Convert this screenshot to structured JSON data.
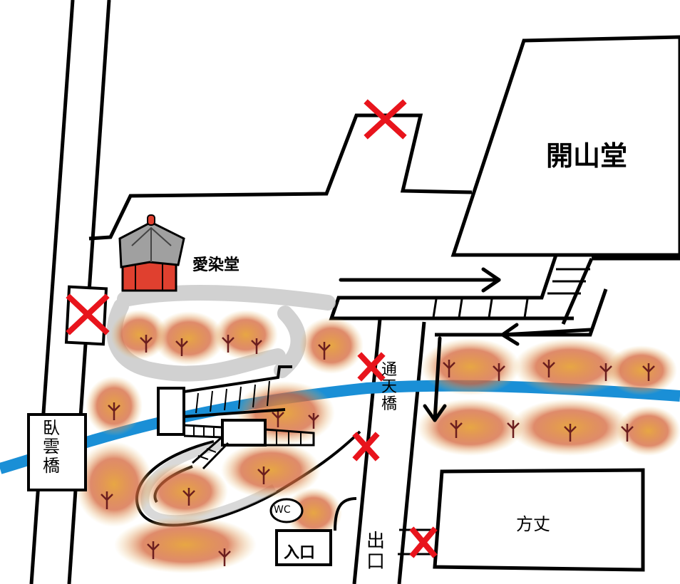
{
  "labels": {
    "kaizando": "開山堂",
    "aizendo": "愛染堂",
    "hojo": "方丈",
    "iriguchi": "入口",
    "wc": "WC",
    "tsutenkyo": [
      "通",
      "天",
      "橋"
    ],
    "garyukyo": [
      "臥",
      "雲",
      "橋"
    ],
    "deguchi": [
      "出",
      "口"
    ]
  },
  "colors": {
    "stream": "#1a8fd6",
    "closed_mark": "#e8141c",
    "autumn_foliage": [
      "#b5323b",
      "#d96a2b",
      "#e8a33a",
      "#c9a040"
    ],
    "tree_trunk": "#6b1e1e",
    "walkway": "#c9c9c9",
    "pavilion_roof": "#a0a0a0",
    "pavilion_base": "#e0402f"
  },
  "icons": [
    "closed-x-icon",
    "direction-arrow-icon",
    "foliage-tree-icon",
    "pavilion-icon"
  ]
}
